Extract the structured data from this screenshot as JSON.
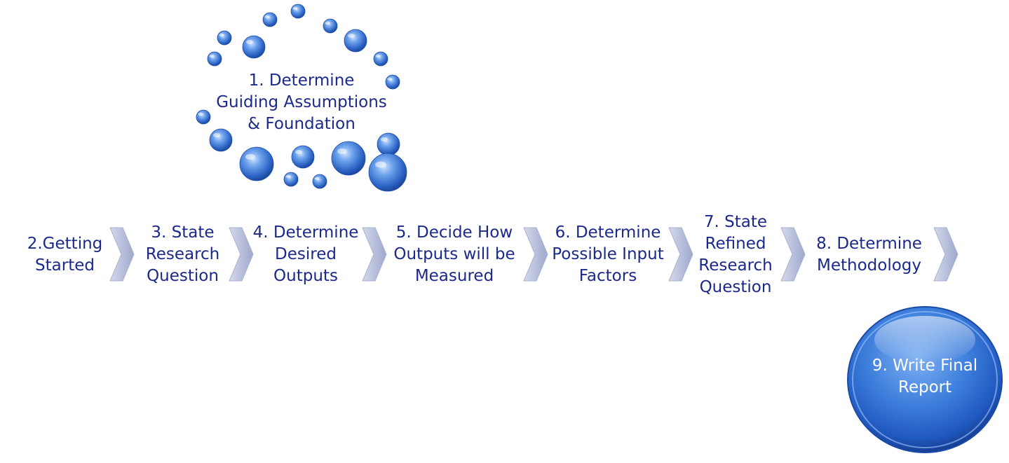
{
  "step1": {
    "lines": [
      "1. Determine",
      "Guiding Assumptions",
      "& Foundation"
    ]
  },
  "steps": [
    {
      "lines": [
        "2.Getting",
        "Started"
      ]
    },
    {
      "lines": [
        "3. State",
        "Research",
        "Question"
      ]
    },
    {
      "lines": [
        "4. Determine",
        "Desired",
        "Outputs"
      ]
    },
    {
      "lines": [
        "5. Decide How",
        "Outputs will be",
        "Measured"
      ]
    },
    {
      "lines": [
        "6. Determine",
        "Possible Input",
        "Factors"
      ]
    },
    {
      "lines": [
        "7. State",
        "Refined",
        "Research",
        "Question"
      ]
    },
    {
      "lines": [
        "8. Determine",
        "Methodology"
      ]
    }
  ],
  "final": {
    "lines": [
      "9. Write Final",
      "Report"
    ]
  },
  "colors": {
    "text": "#1b2a8a",
    "bubble": "#3a78d8",
    "chevron": "#b4bbd6"
  }
}
